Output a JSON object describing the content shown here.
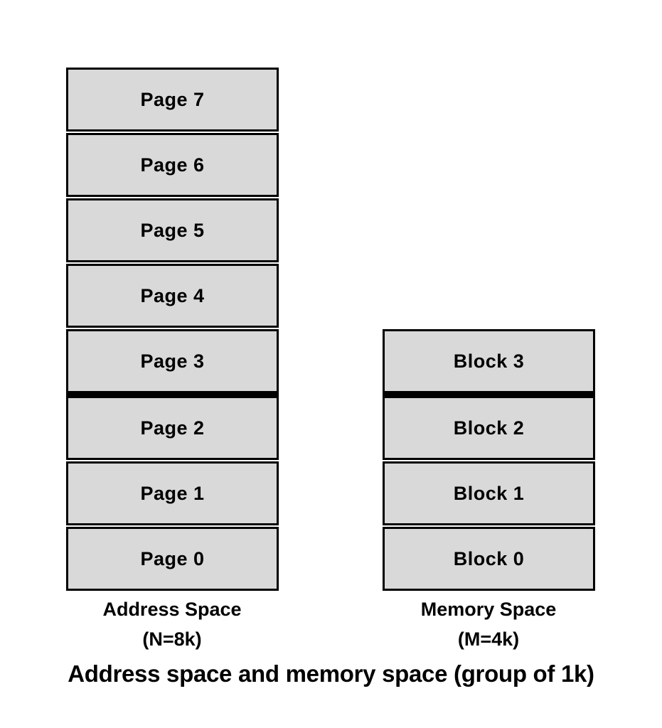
{
  "colors": {
    "background": "#ffffff",
    "box_fill": "#d9d9d9",
    "box_border": "#000000",
    "text": "#000000"
  },
  "left_stack": {
    "items": [
      "Page 7",
      "Page 6",
      "Page 5",
      "Page 4",
      "Page 3",
      "Page 2",
      "Page 1",
      "Page 0"
    ],
    "label_line1": "Address Space",
    "label_line2": "(N=8k)"
  },
  "right_stack": {
    "items": [
      "Block 3",
      "Block 2",
      "Block 1",
      "Block 0"
    ],
    "label_line1": "Memory Space",
    "label_line2": "(M=4k)"
  },
  "caption": "Address space and memory space (group of 1k)"
}
